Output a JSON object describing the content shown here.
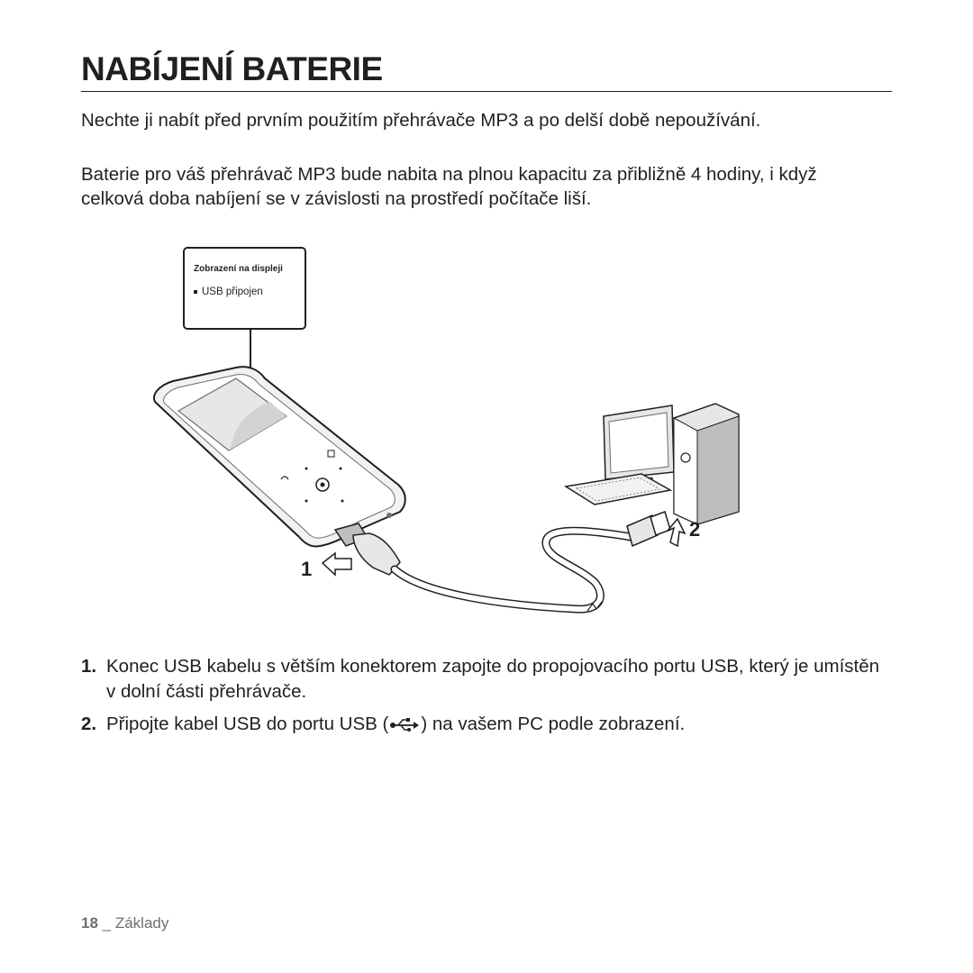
{
  "page": {
    "title": "NABÍJENÍ BATERIE",
    "intro": [
      "Nechte ji nabít před prvním použitím přehrávače MP3 a po delší době nepoužívání.",
      "Baterie pro váš přehrávač MP3 bude nabita na plnou kapacitu za přibližně 4 hodiny, i když celková doba nabíjení se v závislosti na prostředí počítače liší."
    ],
    "callout": {
      "title": "Zobrazení na displeji",
      "item": "USB připojen"
    },
    "figure_labels": {
      "step1": "1",
      "step2": "2"
    },
    "steps": [
      {
        "num": "1.",
        "text": "Konec USB kabelu s větším konektorem zapojte do propojovacího portu USB, který je umístěn v dolní části přehrávače."
      },
      {
        "num": "2.",
        "text_before": "Připojte kabel USB do portu USB (",
        "text_after": ") na vašem PC podle zobrazení."
      }
    ],
    "footer": {
      "page_number": "18",
      "separator": " _ ",
      "section": "Základy"
    }
  },
  "icons": [
    "usb-icon",
    "mp3-player-illustration",
    "desktop-pc-illustration",
    "arrow-icon"
  ],
  "colors": {
    "text": "#231f20",
    "footer": "#6d6e71",
    "illustration_fill": "#e6e7e8"
  }
}
